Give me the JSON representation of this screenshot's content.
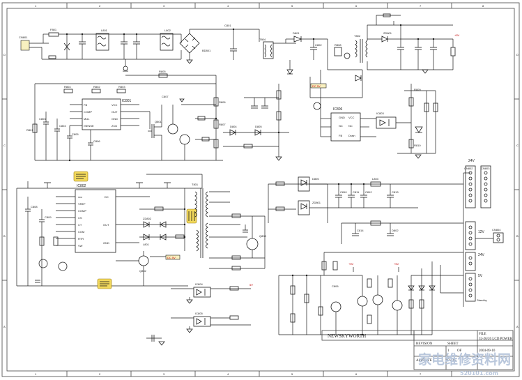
{
  "border": {
    "columns": [
      "1",
      "2",
      "3",
      "4",
      "5",
      "6",
      "7",
      "8"
    ],
    "rows": [
      "D",
      "C",
      "B",
      "A"
    ]
  },
  "ic_labels": {
    "ic801": "IC801",
    "ic802": "IC802",
    "ic803": "IC803",
    "ic804": "IC804",
    "ic805": "IC805",
    "ic806": "IC806",
    "bridge": "BD801"
  },
  "ic801_pins": [
    "FB",
    "COMP",
    "MUL",
    "ISENSE",
    "VCC",
    "OUT",
    "GND",
    "ZCD"
  ],
  "ic802_pins": [
    "vcc",
    "VREF",
    "COMP",
    "CS",
    "CT",
    "COM",
    "RTR",
    "VW",
    "DC",
    "OUT",
    "GND"
  ],
  "ic806_pins": [
    "GND",
    "NC",
    "FB",
    "Drain",
    "VCC",
    "NC"
  ],
  "components": {
    "fuse": "F801",
    "connector": "CN801",
    "transformer_main": "T801",
    "transformer_standby": "T802",
    "transformer_2": "T803",
    "transformer_3": "T804",
    "q_pfc": "Q801",
    "q_main": "Q802",
    "q_sync": "Q803",
    "d_pfc": "D801",
    "labels_small": [
      "R801",
      "R802",
      "R803",
      "R804",
      "R805",
      "R806",
      "R807",
      "R808",
      "R809",
      "R810",
      "C801",
      "C802",
      "C803",
      "C804",
      "C805",
      "C806",
      "C807",
      "C808",
      "C809",
      "C810",
      "C811",
      "C812",
      "C813",
      "C814",
      "D802",
      "D803",
      "D804",
      "D805",
      "ZD801",
      "ZD802",
      "L801",
      "L802",
      "L803"
    ]
  },
  "rail_labels": {
    "v5": "+5V",
    "v24a": "24V",
    "v24b": "24V",
    "v12": "12V",
    "v5b": "5V",
    "standby": "Standby",
    "vcc_a": "+5V",
    "vcc_b": "+5V"
  },
  "connectors": {
    "cn802": "CN802",
    "cn803": "CN803",
    "cn804": "CN804"
  },
  "red_tags": {
    "tag1": "DC 5V",
    "tag2": "DC 5V"
  },
  "title_block": {
    "company": "NEWSKYWORTH",
    "file_label": "FILE",
    "file_value": "32-26/26 LCD POWER",
    "revision_label": "REVISION",
    "sheet_label": "SHEET",
    "approve_label": "APPROVE",
    "date_label": "DATE",
    "date_value": "2004-09-10",
    "sheet_value": "1",
    "of_label": "OF"
  },
  "watermark": {
    "cn_text": "家电维修资料网",
    "url": "520101.com"
  }
}
